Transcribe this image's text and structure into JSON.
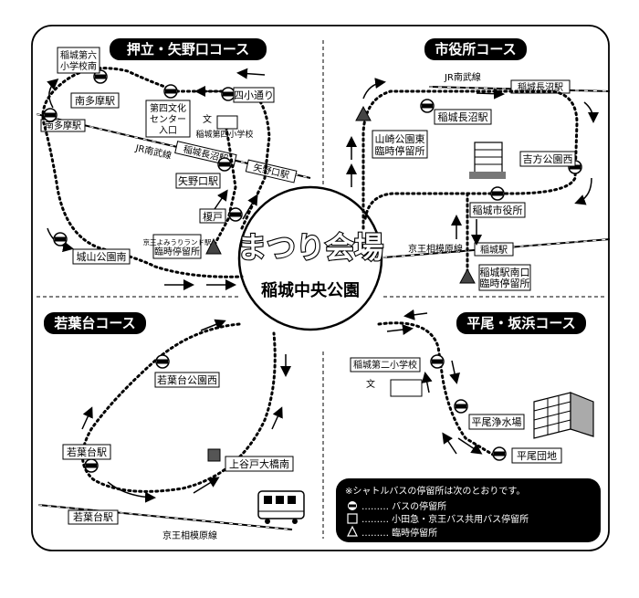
{
  "course_titles": {
    "nw": "押立・矢野口コース",
    "ne": "市役所コース",
    "sw": "若葉台コース",
    "se": "平尾・坂浜コース"
  },
  "center": {
    "title": "まつり会場",
    "subtitle": "稲城中央公園"
  },
  "nw_labels": {
    "inagi6_a": "稲城第六",
    "inagi6_b": "小学校南",
    "minamitama_st": "南多摩駅",
    "minamitama_rail": "南多摩駅",
    "bunka_a": "第四文化",
    "bunka_b": "センター",
    "bunka_c": "入口",
    "yonsho": "四小通り",
    "inagi4_school": "稲城第四小学校",
    "jr_line": "JR南武線",
    "inaginaganuma_rail": "稲城長沼駅",
    "yanokuchi_rail": "矢野口駅",
    "yanokuchi_st": "矢野口駅",
    "enoki": "榎戸",
    "shiroyama": "城山公園南",
    "yomiuri_a": "京王よみうりランド駅",
    "yomiuri_b": "臨時停留所"
  },
  "ne_labels": {
    "jr_line": "JR南武線",
    "naganuma_rail": "稲城長沼駅",
    "naganuma_st": "稲城長沼駅",
    "yamazaki_a": "山崎公園東",
    "yamazaki_b": "臨時停留所",
    "yoshikata": "吉方公園西",
    "shiyakusho": "稲城市役所",
    "keio_line": "京王相模原線",
    "inagi_rail": "稲城駅",
    "inagi_south_a": "稲城駅南口",
    "inagi_south_b": "臨時停留所"
  },
  "sw_labels": {
    "wakaba_park": "若葉台公園西",
    "wakaba_st": "若葉台駅",
    "kamiyado": "上谷戸大橋南",
    "wakaba_rail": "若葉台駅",
    "keio_line": "京王相模原線"
  },
  "se_labels": {
    "inagi2_school": "稲城第二小学校",
    "hirao_water": "平尾浄水場",
    "hirao_danchi": "平尾団地"
  },
  "legend": {
    "title": "※シャトルバスの停留所は次のとおりです。",
    "bus_stop": "……… バスの停留所",
    "shared_stop": "……… 小田急・京王バス共用バス停留所",
    "temp_stop": "……… 臨時停留所"
  }
}
